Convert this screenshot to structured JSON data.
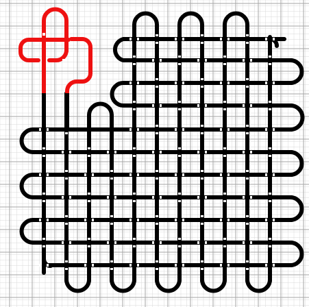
{
  "puzzle": {
    "grid": {
      "cols": 13,
      "rows": 13,
      "subdivisions": 4
    },
    "colors": {
      "background": "#ffffff",
      "minor_grid": "#d9d9d9",
      "major_grid": "#a6a6a6",
      "knot": "#000000",
      "highlight": "#ee1111"
    },
    "strand": {
      "highlighted_segment": "red-strand-top-left",
      "knot_name": "knot-weave"
    }
  }
}
